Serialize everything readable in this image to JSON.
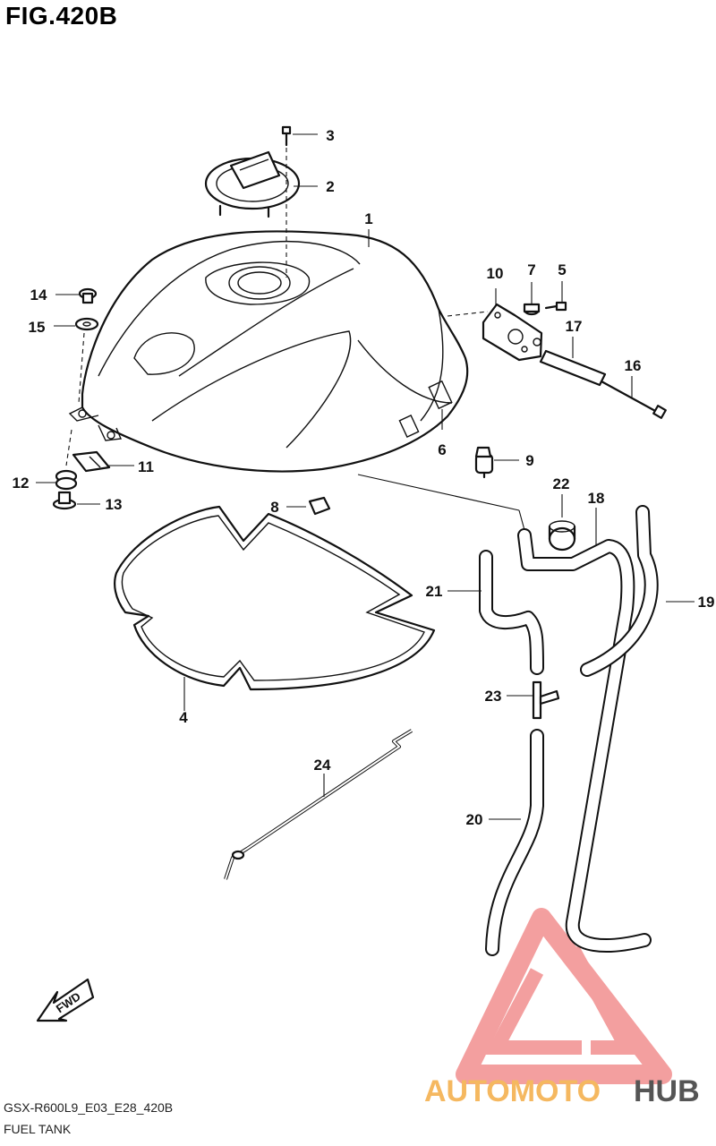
{
  "figure": {
    "title": "FIG.420B",
    "model_code": "GSX-R600L9_E03_E28_420B",
    "section_name": "FUEL TANK"
  },
  "callouts": {
    "c1": "1",
    "c2": "2",
    "c3": "3",
    "c4": "4",
    "c5": "5",
    "c6": "6",
    "c7": "7",
    "c8": "8",
    "c9": "9",
    "c10": "10",
    "c11": "11",
    "c12": "12",
    "c13": "13",
    "c14": "14",
    "c15": "15",
    "c16": "16",
    "c17": "17",
    "c18": "18",
    "c19": "19",
    "c20": "20",
    "c21": "21",
    "c22": "22",
    "c23": "23",
    "c24": "24"
  },
  "direction_label": "FWD",
  "watermark": {
    "part1": "AUTOMOTO",
    "part2": "HUB",
    "color_primary": "#f07070",
    "color_secondary": "#f5b860",
    "color_dark": "#555555"
  }
}
